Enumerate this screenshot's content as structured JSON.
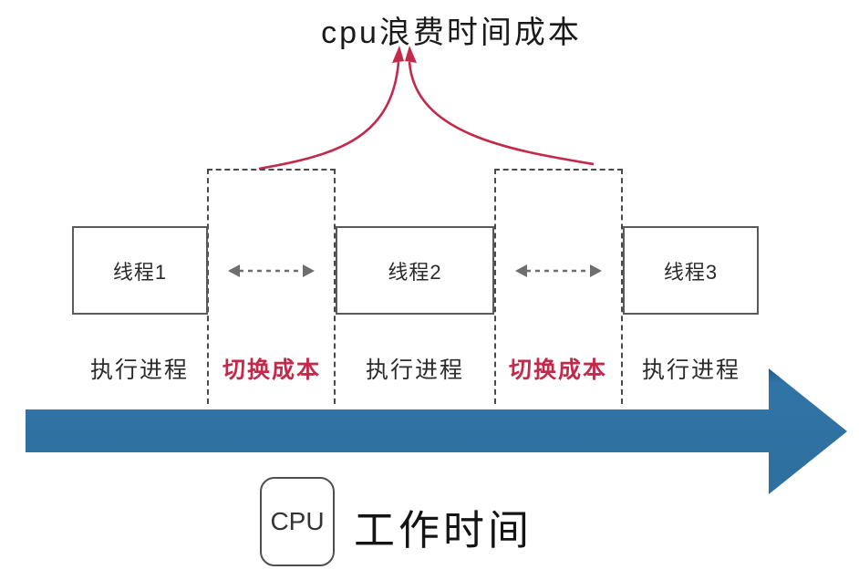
{
  "diagram": {
    "title": "cpu浪费时间成本",
    "threads": [
      {
        "label": "线程1"
      },
      {
        "label": "线程2"
      },
      {
        "label": "线程3"
      }
    ],
    "segment_labels": [
      {
        "label": "执行进程",
        "type": "execute"
      },
      {
        "label": "切换成本",
        "type": "switch"
      },
      {
        "label": "执行进程",
        "type": "execute"
      },
      {
        "label": "切换成本",
        "type": "switch"
      },
      {
        "label": "执行进程",
        "type": "execute"
      }
    ],
    "cpu_badge_label": "CPU",
    "timeline_axis_label": "工作时间",
    "colors": {
      "cost_accent_red": "#C2294A",
      "timeline_arrow_blue": "#2F72A4",
      "box_border_gray": "#555555"
    }
  }
}
